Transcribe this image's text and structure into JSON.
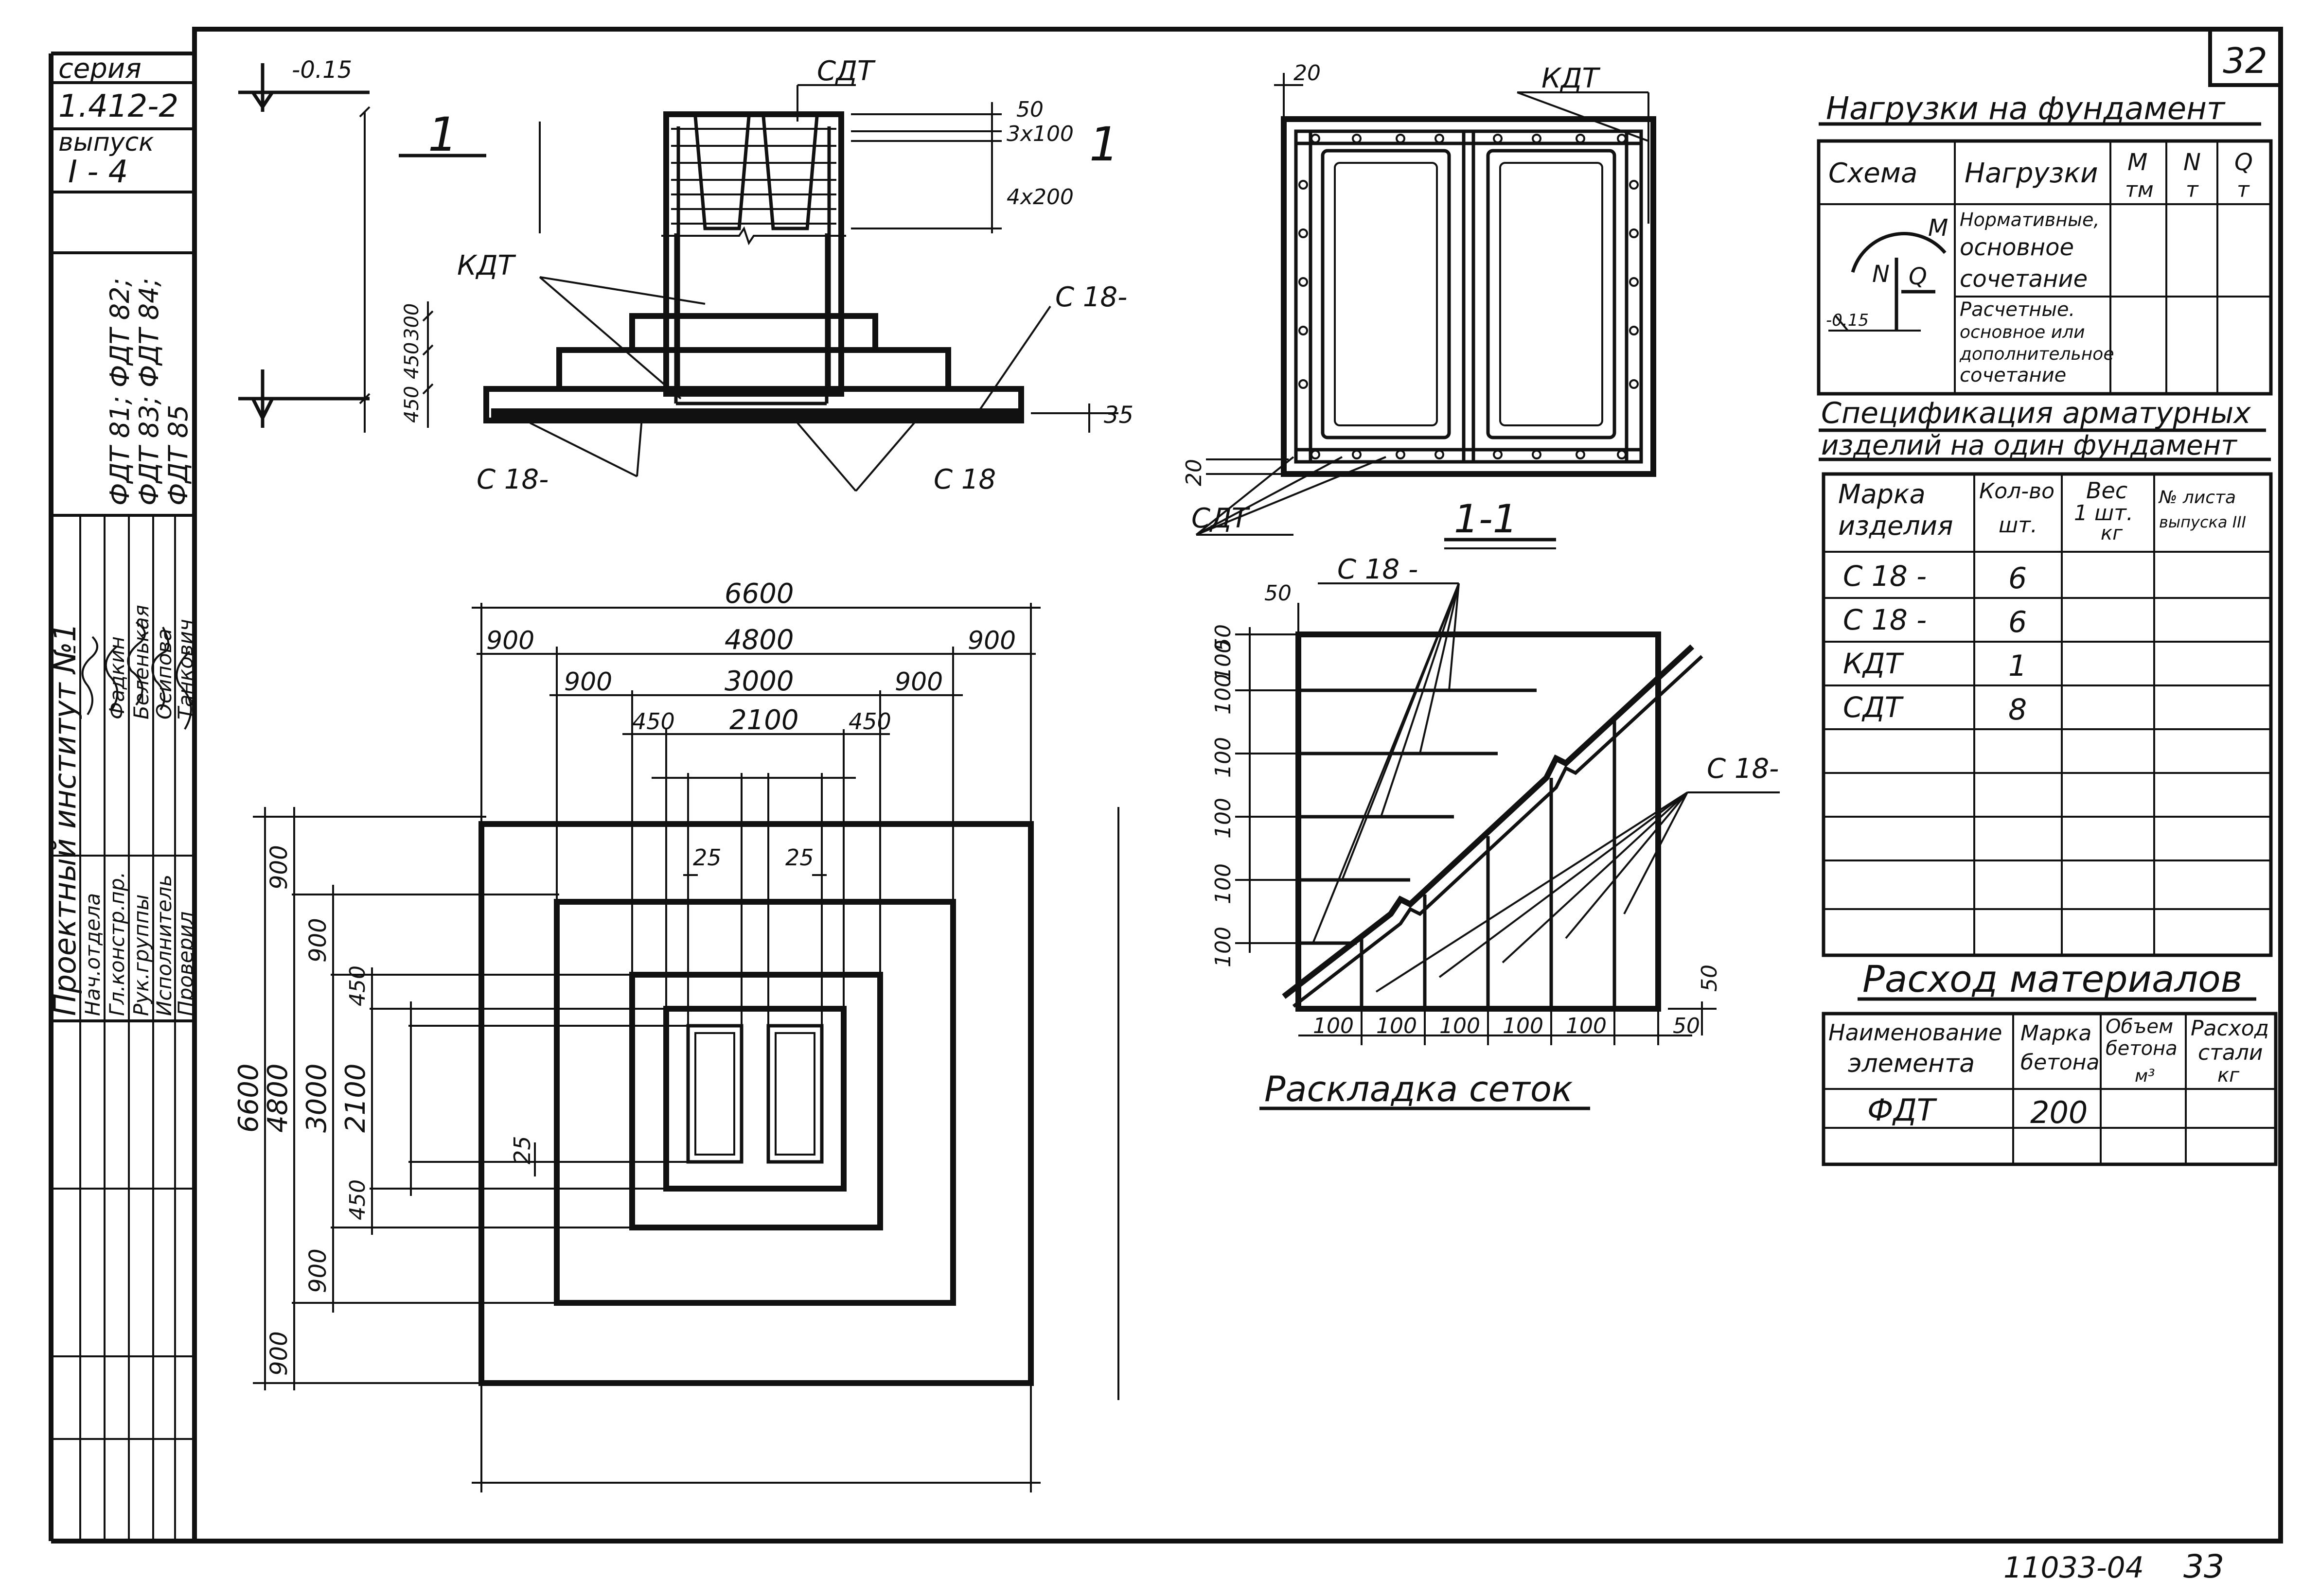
{
  "sheet": {
    "number": "32",
    "footer_code": "11033-04",
    "footer_page": "33"
  },
  "side_stamp": {
    "seriya_label": "серия",
    "seriya_value": "1.412-2",
    "vypusk_label": "выпуск",
    "vypusk_value": "I - 4",
    "marks_line1": "ФДТ 81; ФДТ 82;",
    "marks_line2": "ФДТ 83; ФДТ 84;",
    "marks_line3": "ФДТ 85",
    "institute": "Проектный институт №1",
    "roles": [
      "Нач.отдела",
      "Гл.констр.пр.",
      "Рук.группы",
      "Исполнитель",
      "Проверил"
    ],
    "names": [
      "Фадкин",
      "Беленькая",
      "Осипова",
      "Танкович"
    ]
  },
  "section_view": {
    "mark_top": "-0.15",
    "section_label_left": "1",
    "section_label_right": "1",
    "sdt_label": "СДТ",
    "kdt_label": "КДТ",
    "dim_50": "50",
    "dim_3x100": "3x100",
    "dim_4x200": "4x200",
    "dim_300": "300",
    "dim_450_upper": "450",
    "dim_450_lower": "450",
    "dim_35": "35",
    "c18_right": "С 18-",
    "c18_bottom_left": "С 18-",
    "c18_bottom_right": "С 18"
  },
  "plan_view": {
    "dim_total": "6600",
    "dim_4800": "4800",
    "dim_3000": "3000",
    "dim_2100": "2100",
    "dim_900a": "900",
    "dim_900b": "900",
    "dim_900c": "900",
    "dim_900d": "900",
    "dim_450a": "450",
    "dim_450b": "450",
    "dim_25a": "25",
    "dim_25b": "25",
    "dim_25c": "25",
    "v_6600": "6600",
    "v_4800": "4800",
    "v_3000": "3000",
    "v_2100": "2100",
    "v_900_top": "900",
    "v_900_2": "900",
    "v_900_3": "900",
    "v_900_bottom": "900",
    "v_450_top": "450",
    "v_450_bottom": "450"
  },
  "section_1_1": {
    "title": "1-1",
    "kdt_label": "КДТ",
    "sdt_label": "СДТ",
    "dim_20_top": "20",
    "dim_20_side": "20"
  },
  "mesh_layout": {
    "title": "Раскладка сеток",
    "c18_top": "С 18 -",
    "c18_right": "С 18-",
    "dim_50_top": "50",
    "dim_50_left": "50",
    "dim_50_right": "50",
    "dim_50_bottom": "50",
    "v_100": [
      "100",
      "100",
      "100",
      "100",
      "100",
      "100"
    ],
    "h_100": [
      "100",
      "100",
      "100",
      "100",
      "100"
    ]
  },
  "loads_table": {
    "title": "Нагрузки на фундамент",
    "headers": [
      "Схема",
      "Нагрузки",
      "М",
      "N",
      "Q"
    ],
    "units": [
      "тм",
      "т",
      "т"
    ],
    "row1": [
      "Нормативные,",
      "основное",
      "сочетание"
    ],
    "row2": [
      "Расчетные.",
      "основное или",
      "дополнительное",
      "сочетание"
    ],
    "scheme_M": "М",
    "scheme_N": "N",
    "scheme_Q": "Q",
    "scheme_mark": "-0.15"
  },
  "spec_table": {
    "title_line1": "Спецификация арматурных",
    "title_line2": "изделий на один фундамент",
    "headers": [
      "Марка",
      "изделия",
      "Кол-во",
      "шт.",
      "Вес",
      "1 шт.",
      "кг",
      "№ листа",
      "выпуска III"
    ],
    "rows": [
      {
        "mark": "С 18 -",
        "qty": "6"
      },
      {
        "mark": "С 18 -",
        "qty": "6"
      },
      {
        "mark": "КДТ",
        "qty": "1"
      },
      {
        "mark": "СДТ",
        "qty": "8"
      }
    ]
  },
  "materials_table": {
    "title": "Расход материалов",
    "headers": [
      "Наименование",
      "элемента",
      "Марка",
      "бетона",
      "Объем",
      "бетона",
      "м³",
      "Расход",
      "стали",
      "кг"
    ],
    "row": {
      "name": "ФДТ",
      "grade": "200"
    }
  }
}
